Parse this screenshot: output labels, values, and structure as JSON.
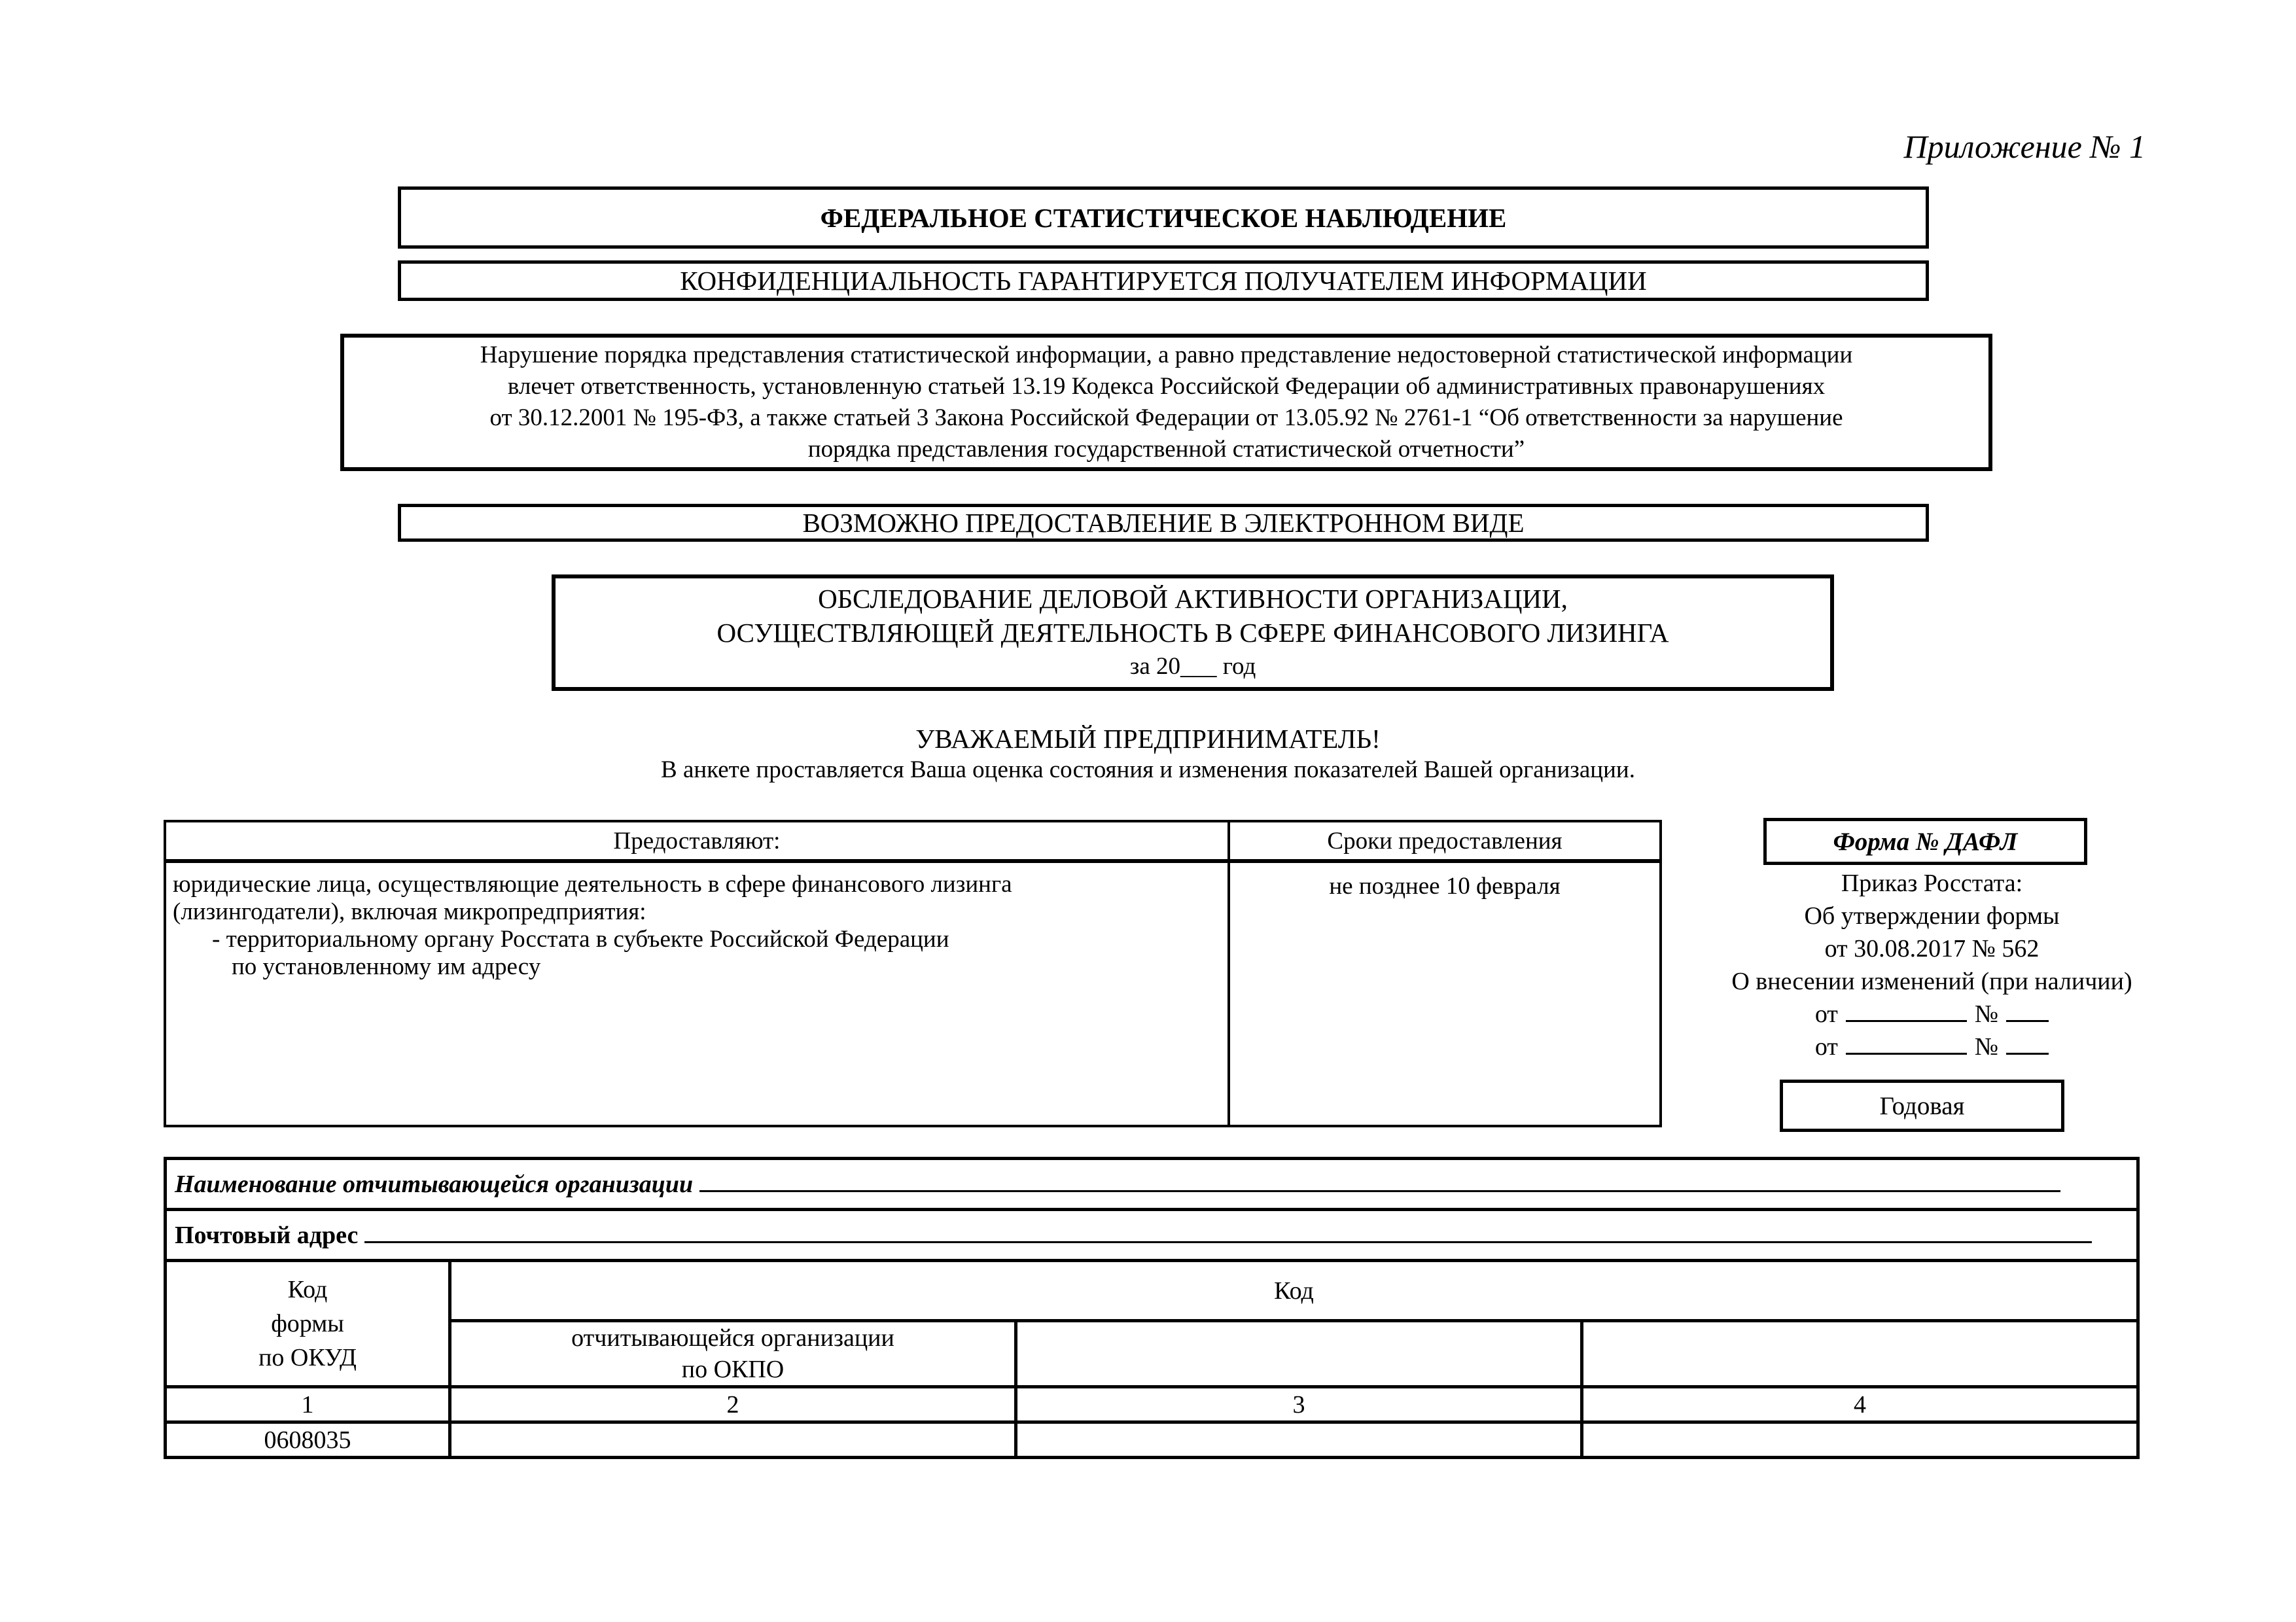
{
  "appendix_label": "Приложение № 1",
  "header": {
    "federal_title": "ФЕДЕРАЛЬНОЕ СТАТИСТИЧЕСКОЕ НАБЛЮДЕНИЕ",
    "confidentiality": "КОНФИДЕНЦИАЛЬНОСТЬ ГАРАНТИРУЕТСЯ ПОЛУЧАТЕЛЕМ ИНФОРМАЦИИ",
    "warning_lines": [
      "Нарушение порядка представления статистической информации, а равно представление недостоверной статистической информации",
      "влечет ответственность, установленную статьей 13.19 Кодекса Российской Федерации об административных правонарушениях",
      "от 30.12.2001 № 195-ФЗ, а также статьей 3 Закона Российской Федерации от 13.05.92 № 2761-1 “Об ответственности за нарушение",
      "порядка представления государственной статистической отчетности”"
    ],
    "electronic": "ВОЗМОЖНО ПРЕДОСТАВЛЕНИЕ В ЭЛЕКТРОННОМ ВИДЕ",
    "survey_line1": "ОБСЛЕДОВАНИЕ ДЕЛОВОЙ АКТИВНОСТИ ОРГАНИЗАЦИИ,",
    "survey_line2": "ОСУЩЕСТВЛЯЮЩЕЙ ДЕЯТЕЛЬНОСТЬ В СФЕРЕ ФИНАНСОВОГО ЛИЗИНГА",
    "survey_year": "за 20___ год"
  },
  "greeting": {
    "title": "УВАЖАЕМЫЙ ПРЕДПРИНИМАТЕЛЬ!",
    "text": "В анкете проставляется Ваша оценка состояния и изменения показателей Вашей организации."
  },
  "provision_table": {
    "col1_header": "Предоставляют:",
    "col2_header": "Сроки предоставления",
    "respondents_line1": "юридические лица, осуществляющие деятельность в сфере финансового лизинга",
    "respondents_line2": "(лизингодатели), включая микропредприятия:",
    "respondents_line3": "- территориальному органу Росстата в субъекте Российской Федерации",
    "respondents_line4": "по установленному  им адресу",
    "deadline": "не позднее 10 февраля"
  },
  "form_info": {
    "form_name": "Форма № ДАФЛ",
    "order_line1": "Приказ Росстата:",
    "order_line2": "Об утверждении формы",
    "order_line3": "от 30.08.2017 № 562",
    "order_line4": "О внесении изменений (при наличии)",
    "from_label": "от",
    "number_label": "№",
    "periodicity": "Годовая"
  },
  "bottom_table": {
    "org_name_label": "Наименование отчитывающейся организации",
    "postal_label": "Почтовый адрес",
    "okud_header_l1": "Код",
    "okud_header_l2": "формы",
    "okud_header_l3": "по ОКУД",
    "code_header": "Код",
    "okpo_header_l1": "отчитывающейся организации",
    "okpo_header_l2": "по ОКПО",
    "col_numbers": [
      "1",
      "2",
      "3",
      "4"
    ],
    "okud_value": "0608035"
  }
}
